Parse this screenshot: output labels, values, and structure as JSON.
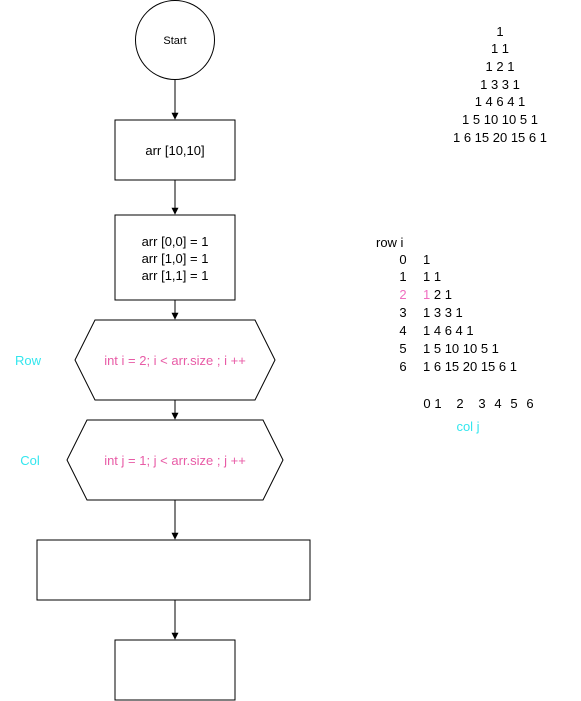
{
  "flowchart": {
    "start_label": "Start",
    "init_array_label": "arr [10,10]",
    "assign_lines": [
      "arr [0,0] = 1",
      "arr [1,0] = 1",
      "arr [1,1] = 1"
    ],
    "row_loop_label": "int i = 2; i < arr.size ; i ++",
    "col_loop_label": "int j = 1; j < arr.size ; j ++",
    "row_side_label": "Row",
    "col_side_label": "Col",
    "empty_box_1_text": "",
    "empty_box_2_text": ""
  },
  "pascal_triangle": {
    "rows": [
      "1",
      "1 1",
      "1 2 1",
      "1 3 3 1",
      "1 4 6 4 1",
      "1 5 10 10 5 1",
      "1 6 15 20 15 6 1"
    ]
  },
  "index_table": {
    "row_header": "row i",
    "row_indices": [
      "0",
      "1",
      "2",
      "3",
      "4",
      "5",
      "6"
    ],
    "rows": [
      {
        "first": "1",
        "rest": ""
      },
      {
        "first": "1",
        "rest": " 1"
      },
      {
        "first": "1",
        "rest": " 2 1"
      },
      {
        "first": "1",
        "rest": " 3 3 1"
      },
      {
        "first": "1",
        "rest": " 4 6 4 1"
      },
      {
        "first": "1",
        "rest": " 5 10 10 5 1"
      },
      {
        "first": "1",
        "rest": " 6 15 20 15 6 1"
      }
    ],
    "highlight_row": 2,
    "col_indices": [
      "0",
      "1",
      "2",
      "3",
      "4",
      "5",
      "6"
    ],
    "col_footer": "col j"
  },
  "colors": {
    "stroke": "#000000",
    "text": "#000000",
    "loop_text": "#e85ba6",
    "side_label": "#33e6ee",
    "highlight": "#f06ec0"
  }
}
